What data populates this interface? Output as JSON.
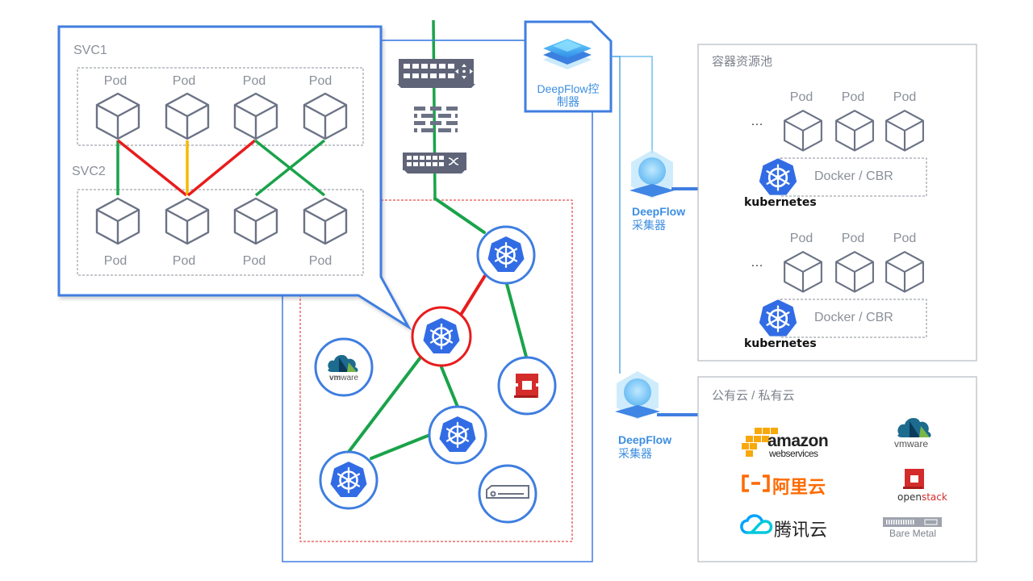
{
  "diagram": {
    "title": "DeepFlow network observability architecture",
    "callout": {
      "svc1_label": "SVC1",
      "svc2_label": "SVC2",
      "svc1_pods": [
        "Pod",
        "Pod",
        "Pod",
        "Pod"
      ],
      "svc2_pods": [
        "Pod",
        "Pod",
        "Pod",
        "Pod"
      ],
      "links": [
        {
          "from": "svc1-pod-1",
          "to": "svc2-pod-1",
          "status": "green"
        },
        {
          "from": "svc1-pod-1",
          "to": "svc2-pod-2",
          "status": "red"
        },
        {
          "from": "svc1-pod-2",
          "to": "svc2-pod-2",
          "status": "yellow"
        },
        {
          "from": "svc1-pod-3",
          "to": "svc2-pod-2",
          "status": "red"
        },
        {
          "from": "svc1-pod-3",
          "to": "svc2-pod-4",
          "status": "green"
        },
        {
          "from": "svc1-pod-4",
          "to": "svc2-pod-3",
          "status": "green"
        }
      ]
    },
    "network_chain": [
      "router-icon",
      "firewall-icon",
      "switch-icon"
    ],
    "topology": {
      "nodes": [
        {
          "id": "k8s-top",
          "type": "kubernetes",
          "highlight": false
        },
        {
          "id": "k8s-center",
          "type": "kubernetes",
          "highlight": true
        },
        {
          "id": "k8s-mid",
          "type": "kubernetes",
          "highlight": false
        },
        {
          "id": "k8s-bottom-left",
          "type": "kubernetes",
          "highlight": false
        },
        {
          "id": "vmware",
          "type": "vmware",
          "highlight": false
        },
        {
          "id": "openstack",
          "type": "openstack",
          "highlight": false
        },
        {
          "id": "bare-metal",
          "type": "server",
          "highlight": false
        }
      ],
      "edges": [
        {
          "from": "switch",
          "to": "k8s-top",
          "status": "green"
        },
        {
          "from": "k8s-top",
          "to": "k8s-center",
          "status": "red"
        },
        {
          "from": "k8s-top",
          "to": "openstack",
          "status": "green"
        },
        {
          "from": "k8s-center",
          "to": "k8s-mid",
          "status": "green"
        },
        {
          "from": "k8s-center",
          "to": "k8s-bottom-left",
          "status": "green"
        },
        {
          "from": "k8s-mid",
          "to": "k8s-bottom-left",
          "status": "green"
        }
      ]
    },
    "controller": {
      "label_line1": "DeepFlow控",
      "label_line2": "制器"
    },
    "agents": [
      {
        "line1": "DeepFlow",
        "line2": "采集器"
      },
      {
        "line1": "DeepFlow",
        "line2": "采集器"
      }
    ],
    "container_pool": {
      "title": "容器资源池",
      "nodes": [
        {
          "pods": [
            "Pod",
            "Pod",
            "Pod"
          ],
          "ellipsis": "…",
          "runtime": "Docker / CBR",
          "platform": "kubernetes"
        },
        {
          "pods": [
            "Pod",
            "Pod",
            "Pod"
          ],
          "ellipsis": "…",
          "runtime": "Docker / CBR",
          "platform": "kubernetes"
        }
      ]
    },
    "cloud": {
      "title": "公有云 / 私有云",
      "providers": {
        "aws_line1": "amazon",
        "aws_line2": "webservices",
        "aliyun": "阿里云",
        "tencent": "腾讯云",
        "vmware": "vmware",
        "openstack_prefix": "open",
        "openstack_suffix": "stack",
        "baremetal": "Bare Metal"
      }
    },
    "colors": {
      "frame_blue": "#3f7ee0",
      "link_green": "#1aa34a",
      "link_red": "#e81c1c",
      "link_yellow": "#f6b900",
      "k8s_blue": "#326ce5",
      "icon_gray": "#6b7285",
      "dashed_red": "#e02020"
    }
  }
}
